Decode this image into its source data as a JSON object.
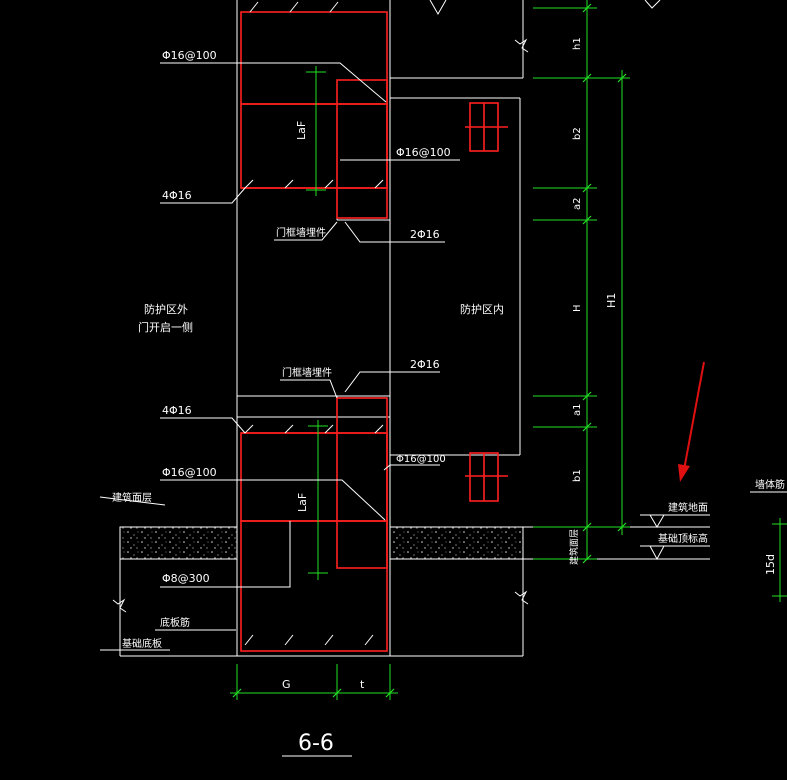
{
  "section_title": "6-6",
  "rebar": {
    "top_stirrup": "Φ16@100",
    "mid_right_stirrup": "Φ16@100",
    "top_long_bars": "4Φ16",
    "top_corner_bars": "2Φ16",
    "top_embed": "门框墙埋件",
    "bottom_embed": "门框墙埋件",
    "bottom_corner_bars": "2Φ16",
    "bottom_long_bars": "4Φ16",
    "bottom_right_stirrup": "Φ16@100",
    "bottom_left_stirrup": "Φ16@100",
    "floor_bars": "Φ8@300",
    "base_slab_bars": "底板筋",
    "laf_top": "LaF",
    "laf_bottom": "LaF"
  },
  "zones": {
    "outside": "防护区外",
    "door_side": "门开启一侧",
    "inside": "防护区内"
  },
  "labels": {
    "finish_layer": "建筑面层",
    "base_slab": "基础底板",
    "finish_surface": "建筑地面",
    "base_elevation": "基础顶标高",
    "finish_layer_vertical": "建筑面层",
    "wall_rebar": "墙体筋",
    "anchor": "15d"
  },
  "dimensions": {
    "h1_small": "h1",
    "b2": "b2",
    "a2": "a2",
    "H": "H",
    "a1": "a1",
    "b1": "b1",
    "H1": "H1",
    "G": "G",
    "t": "t"
  },
  "colors": {
    "background": "#000000",
    "lines": "#ffffff",
    "rebar": "#ff2020",
    "dimension": "#22e022",
    "arrow": "#e01010"
  }
}
